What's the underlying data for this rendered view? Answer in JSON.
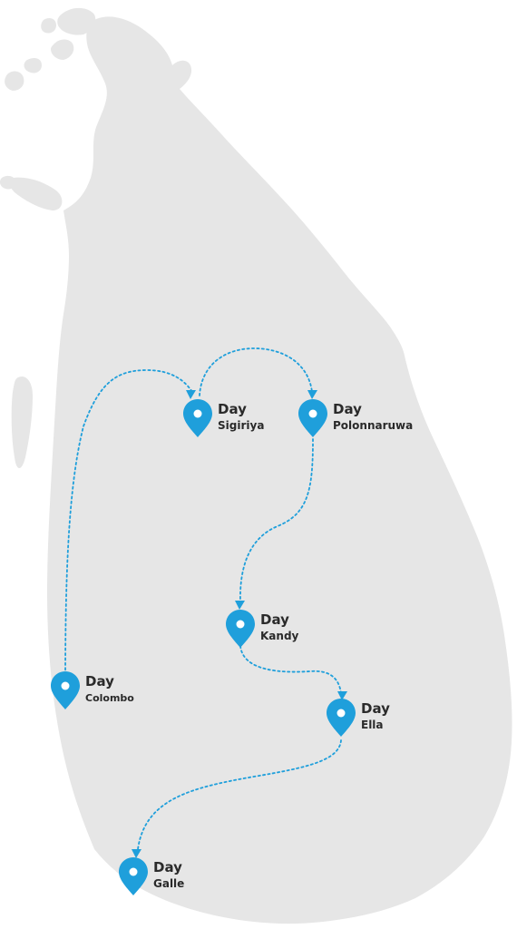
{
  "colors": {
    "island": "#e6e6e6",
    "route": "#1f9fdb",
    "pin": "#1f9fdb",
    "label": "#2a2a2a"
  },
  "stops": [
    {
      "id": "sigiriya",
      "day_label": "Day",
      "place": "Sigiriya",
      "icon": "map-pin-icon"
    },
    {
      "id": "polonnaruwa",
      "day_label": "Day",
      "place": "Polonnaruwa",
      "icon": "map-pin-icon"
    },
    {
      "id": "kandy",
      "day_label": "Day",
      "place": "Kandy",
      "icon": "map-pin-icon"
    },
    {
      "id": "colombo",
      "day_label": "Day",
      "place": "Colombo",
      "icon": "map-pin-icon"
    },
    {
      "id": "ella",
      "day_label": "Day",
      "place": "Ella",
      "icon": "map-pin-icon"
    },
    {
      "id": "galle",
      "day_label": "Day",
      "place": "Galle",
      "icon": "map-pin-icon"
    }
  ],
  "route_order": [
    "colombo",
    "sigiriya",
    "polonnaruwa",
    "kandy",
    "ella",
    "galle"
  ]
}
